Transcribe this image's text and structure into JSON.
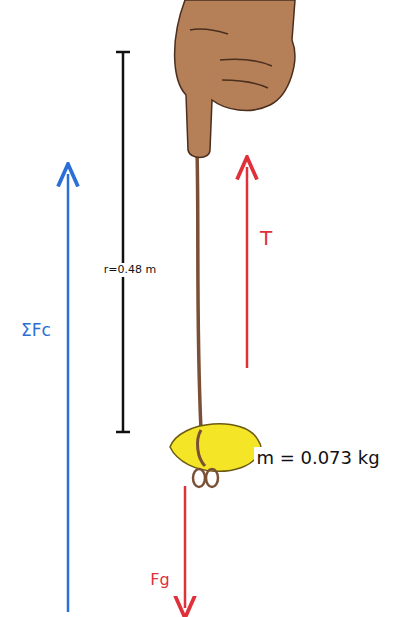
{
  "diagram": {
    "labels": [
      "r=0.48 m",
      "T",
      "m = 0.073 kg",
      "ΣFc",
      "Fg"
    ]
  }
}
